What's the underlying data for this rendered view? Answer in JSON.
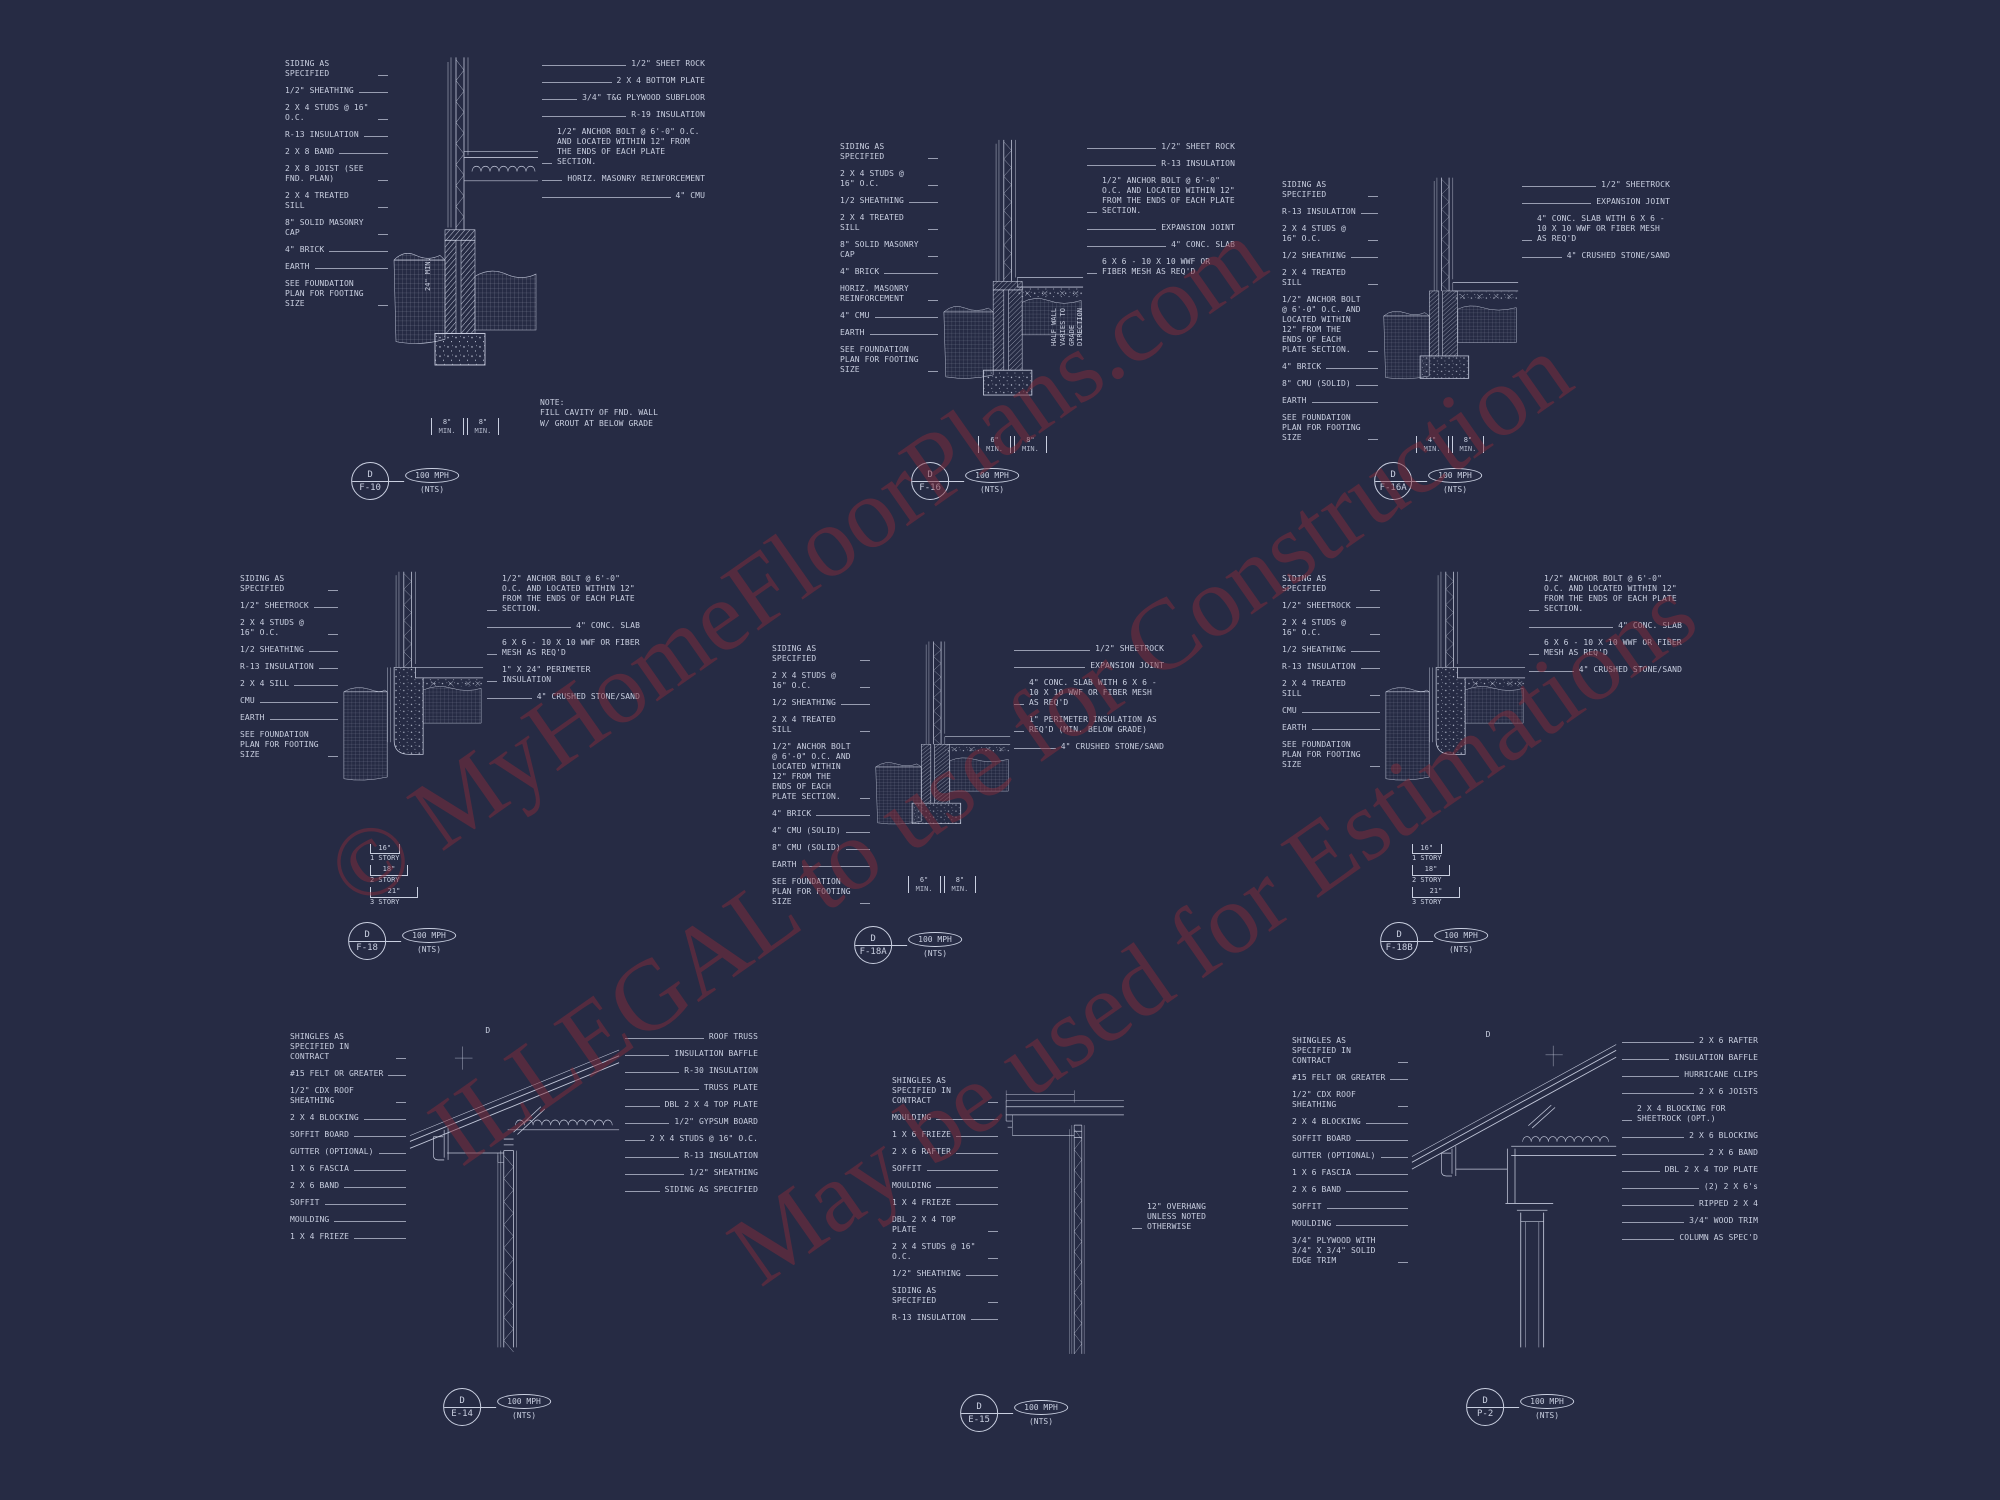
{
  "page": {
    "background": "#262b44",
    "line_color": "#c9cfe0",
    "watermark_color": "#82222c"
  },
  "watermark": {
    "lines": [
      "© MyHomeFloorPlans.com",
      "ILLEGAL to use for Construction",
      "May be used for Estimations"
    ]
  },
  "details": [
    {
      "letter": "D",
      "code": "F-10",
      "wind": "100 MPH",
      "scale": "(NTS)",
      "drawing": "crawl",
      "left_labels": [
        "SIDING AS SPECIFIED",
        "1/2\" SHEATHING",
        "2 X 4 STUDS @ 16\" O.C.",
        "R-13 INSULATION",
        "2 X 8 BAND",
        "2 X 8 JOIST (SEE FND. PLAN)",
        "2 X 4 TREATED SILL",
        "8\" SOLID MASONRY CAP",
        "4\" BRICK",
        "EARTH",
        "SEE FOUNDATION PLAN FOR FOOTING SIZE"
      ],
      "right_labels": [
        "1/2\" SHEET ROCK",
        "2 X 4 BOTTOM PLATE",
        "3/4\" T&G PLYWOOD SUBFLOOR",
        "R-19 INSULATION",
        "1/2\" ANCHOR BOLT @ 6'-0\" O.C. AND LOCATED WITHIN 12\" FROM THE ENDS OF EACH PLATE SECTION.",
        "HORIZ. MASONRY REINFORCEMENT",
        "4\" CMU"
      ],
      "note": "NOTE:\nFILL CAVITY OF FND. WALL\nW/ GROUT AT BELOW GRADE",
      "side_dim": "24\" MIN.",
      "dims": [
        "8\"",
        "8\""
      ],
      "dim_sub": "MIN."
    },
    {
      "letter": "D",
      "code": "F-16",
      "wind": "100 MPH",
      "scale": "(NTS)",
      "drawing": "brickslab",
      "left_labels": [
        "SIDING AS SPECIFIED",
        "2 X 4 STUDS @ 16\" O.C.",
        "1/2 SHEATHING",
        "2 X 4 TREATED SILL",
        "8\" SOLID MASONRY CAP",
        "4\" BRICK",
        "HORIZ. MASONRY REINFORCEMENT",
        "4\" CMU",
        "EARTH",
        "SEE FOUNDATION PLAN FOR FOOTING SIZE"
      ],
      "right_labels": [
        "1/2\" SHEET ROCK",
        "R-13 INSULATION",
        "1/2\" ANCHOR BOLT @ 6'-0\" O.C. AND LOCATED WITHIN 12\" FROM THE ENDS OF EACH PLATE SECTION.",
        "EXPANSION JOINT",
        "4\" CONC. SLAB",
        "6 X 6 - 10 X 10 WWF OR FIBER MESH AS REQ'D"
      ],
      "vnote": "HALF WALL VARIES TO\nGRADE DIRECTION",
      "dims": [
        "6\"",
        "8\""
      ],
      "dim_sub": "MIN."
    },
    {
      "letter": "D",
      "code": "F-16A",
      "wind": "100 MPH",
      "scale": "(NTS)",
      "drawing": "slab",
      "left_labels": [
        "SIDING AS SPECIFIED",
        "R-13 INSULATION",
        "2 X 4 STUDS @ 16\" O.C.",
        "1/2 SHEATHING",
        "2 X 4 TREATED SILL",
        "1/2\" ANCHOR BOLT @ 6'-0\" O.C. AND LOCATED WITHIN 12\" FROM THE ENDS OF EACH PLATE SECTION.",
        "4\" BRICK",
        "8\" CMU (SOLID)",
        "EARTH",
        "SEE FOUNDATION PLAN FOR FOOTING SIZE"
      ],
      "right_labels": [
        "1/2\" SHEETROCK",
        "EXPANSION JOINT",
        "4\" CONC. SLAB WITH 6 X 6 - 10 X 10 WWF OR FIBER MESH AS REQ'D",
        "4\" CRUSHED STONE/SAND"
      ],
      "dims": [
        "4\"",
        "8\""
      ],
      "dim_sub": "MIN."
    },
    {
      "letter": "D",
      "code": "F-18",
      "wind": "100 MPH",
      "scale": "(NTS)",
      "drawing": "slabmono",
      "left_labels": [
        "SIDING AS SPECIFIED",
        "1/2\" SHEETROCK",
        "2 X 4 STUDS @ 16\" O.C.",
        "1/2 SHEATHING",
        "R-13 INSULATION",
        "2 X 4 SILL",
        "CMU",
        "EARTH",
        "SEE FOUNDATION PLAN FOR FOOTING SIZE"
      ],
      "right_labels": [
        "1/2\" ANCHOR BOLT @ 6'-0\" O.C. AND LOCATED WITHIN 12\" FROM THE ENDS OF EACH PLATE SECTION.",
        "4\" CONC. SLAB",
        "6 X 6 - 10 X 10 WWF OR FIBER MESH AS REQ'D",
        "1\" X 24\" PERIMETER INSULATION",
        "4\" CRUSHED STONE/SAND"
      ],
      "story_table": [
        [
          "16\"",
          "1 STORY"
        ],
        [
          "18\"",
          "2 STORY"
        ],
        [
          "21\"",
          "3 STORY"
        ]
      ]
    },
    {
      "letter": "D",
      "code": "F-18A",
      "wind": "100 MPH",
      "scale": "(NTS)",
      "drawing": "slab",
      "left_labels": [
        "SIDING AS SPECIFIED",
        "2 X 4 STUDS @ 16\" O.C.",
        "1/2 SHEATHING",
        "2 X 4 TREATED SILL",
        "1/2\" ANCHOR BOLT @ 6'-0\" O.C. AND LOCATED WITHIN 12\" FROM THE ENDS OF EACH PLATE SECTION.",
        "4\" BRICK",
        "4\" CMU (SOLID)",
        "8\" CMU (SOLID)",
        "EARTH",
        "SEE FOUNDATION PLAN FOR FOOTING SIZE"
      ],
      "right_labels": [
        "1/2\" SHEETROCK",
        "EXPANSION JOINT",
        "4\" CONC. SLAB WITH 6 X 6 - 10 X 10 WWF OR FIBER MESH AS REQ'D",
        "1\" PERIMETER INSULATION AS REQ'D (MIN. BELOW GRADE)",
        "4\" CRUSHED STONE/SAND"
      ],
      "dims": [
        "6\"",
        "8\""
      ],
      "dim_sub": "MIN."
    },
    {
      "letter": "D",
      "code": "F-18B",
      "wind": "100 MPH",
      "scale": "(NTS)",
      "drawing": "slabmono",
      "left_labels": [
        "SIDING AS SPECIFIED",
        "1/2\" SHEETROCK",
        "2 X 4 STUDS @ 16\" O.C.",
        "1/2 SHEATHING",
        "R-13 INSULATION",
        "2 X 4 TREATED SILL",
        "CMU",
        "EARTH",
        "SEE FOUNDATION PLAN FOR FOOTING SIZE"
      ],
      "right_labels": [
        "1/2\" ANCHOR BOLT @ 6'-0\" O.C. AND LOCATED WITHIN 12\" FROM THE ENDS OF EACH PLATE SECTION.",
        "4\" CONC. SLAB",
        "6 X 6 - 10 X 10 WWF OR FIBER MESH AS REQ'D",
        "4\" CRUSHED STONE/SAND"
      ],
      "story_table": [
        [
          "16\"",
          "1 STORY"
        ],
        [
          "18\"",
          "2 STORY"
        ],
        [
          "21\"",
          "3 STORY"
        ]
      ]
    },
    {
      "letter": "D",
      "code": "E-14",
      "wind": "100 MPH",
      "scale": "(NTS)",
      "drawing": "eave",
      "left_labels": [
        "SHINGLES AS SPECIFIED IN CONTRACT",
        "#15 FELT OR GREATER",
        "1/2\" CDX ROOF SHEATHING",
        "2 X 4 BLOCKING",
        "SOFFIT BOARD",
        "GUTTER (OPTIONAL)",
        "1 X 6 FASCIA",
        "2 X 6 BAND",
        "SOFFIT",
        "MOULDING",
        "1 X 4 FRIEZE"
      ],
      "right_labels": [
        "ROOF TRUSS",
        "INSULATION BAFFLE",
        "R-30 INSULATION",
        "TRUSS PLATE",
        "DBL 2 X 4 TOP PLATE",
        "1/2\" GYPSUM BOARD",
        "2 X 4 STUDS @ 16\" O.C.",
        "R-13 INSULATION",
        "1/2\" SHEATHING",
        "SIDING AS SPECIFIED"
      ],
      "corner_mark": "D"
    },
    {
      "letter": "D",
      "code": "E-15",
      "wind": "100 MPH",
      "scale": "(NTS)",
      "drawing": "rake",
      "left_labels": [
        "SHINGLES AS SPECIFIED IN CONTRACT",
        "MOULDING",
        "1 X 6 FRIEZE",
        "2 X 6 RAFTER",
        "SOFFIT",
        "MOULDING",
        "1 X 4 FRIEZE",
        "DBL 2 X 4 TOP PLATE",
        "2 X 4 STUDS @ 16\" O.C.",
        "1/2\" SHEATHING",
        "SIDING AS SPECIFIED",
        "R-13 INSULATION"
      ],
      "right_labels": [
        "12\" OVERHANG UNLESS NOTED OTHERWISE"
      ]
    },
    {
      "letter": "D",
      "code": "P-2",
      "wind": "100 MPH",
      "scale": "(NTS)",
      "drawing": "porch",
      "left_labels": [
        "SHINGLES AS SPECIFIED IN CONTRACT",
        "#15 FELT OR GREATER",
        "1/2\" CDX ROOF SHEATHING",
        "2 X 4 BLOCKING",
        "SOFFIT BOARD",
        "GUTTER (OPTIONAL)",
        "1 X 6 FASCIA",
        "2 X 6 BAND",
        "SOFFIT",
        "MOULDING",
        "3/4\" PLYWOOD WITH 3/4\" X 3/4\" SOLID EDGE TRIM"
      ],
      "right_labels": [
        "2 X 6 RAFTER",
        "INSULATION BAFFLE",
        "HURRICANE CLIPS",
        "2 X 6 JOISTS",
        "2 X 4 BLOCKING FOR SHEETROCK (OPT.)",
        "2 X 6 BLOCKING",
        "2 X 6 BAND",
        "DBL 2 X 4 TOP PLATE",
        "(2) 2 X 6's",
        "RIPPED 2 X 4",
        "3/4\" WOOD TRIM",
        "COLUMN AS SPEC'D"
      ],
      "corner_mark": "D"
    }
  ]
}
